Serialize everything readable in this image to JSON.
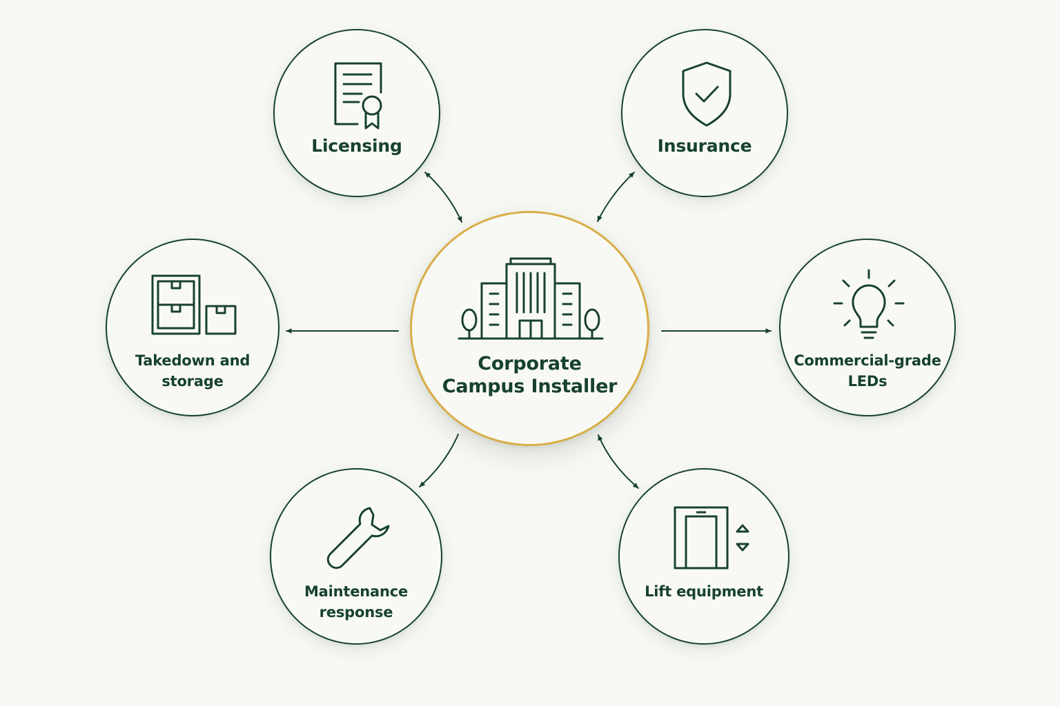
{
  "center": {
    "label": "Corporate\nCampus Installer",
    "icon": "office-building-icon"
  },
  "nodes": {
    "licensing": {
      "label": "Licensing",
      "icon": "certificate-document-icon"
    },
    "insurance": {
      "label": "Insurance",
      "icon": "shield-check-icon"
    },
    "takedown": {
      "label": "Takedown and\nstorage",
      "icon": "storage-boxes-icon"
    },
    "leds": {
      "label": "Commercial-grade\nLEDs",
      "icon": "lightbulb-icon"
    },
    "maintenance": {
      "label": "Maintenance\nresponse",
      "icon": "wrench-icon"
    },
    "lift": {
      "label": "Lift equipment",
      "icon": "elevator-icon"
    }
  },
  "colors": {
    "background": "#f7f8f3",
    "ink": "#17412f",
    "center_ring": "#d9ad45"
  }
}
